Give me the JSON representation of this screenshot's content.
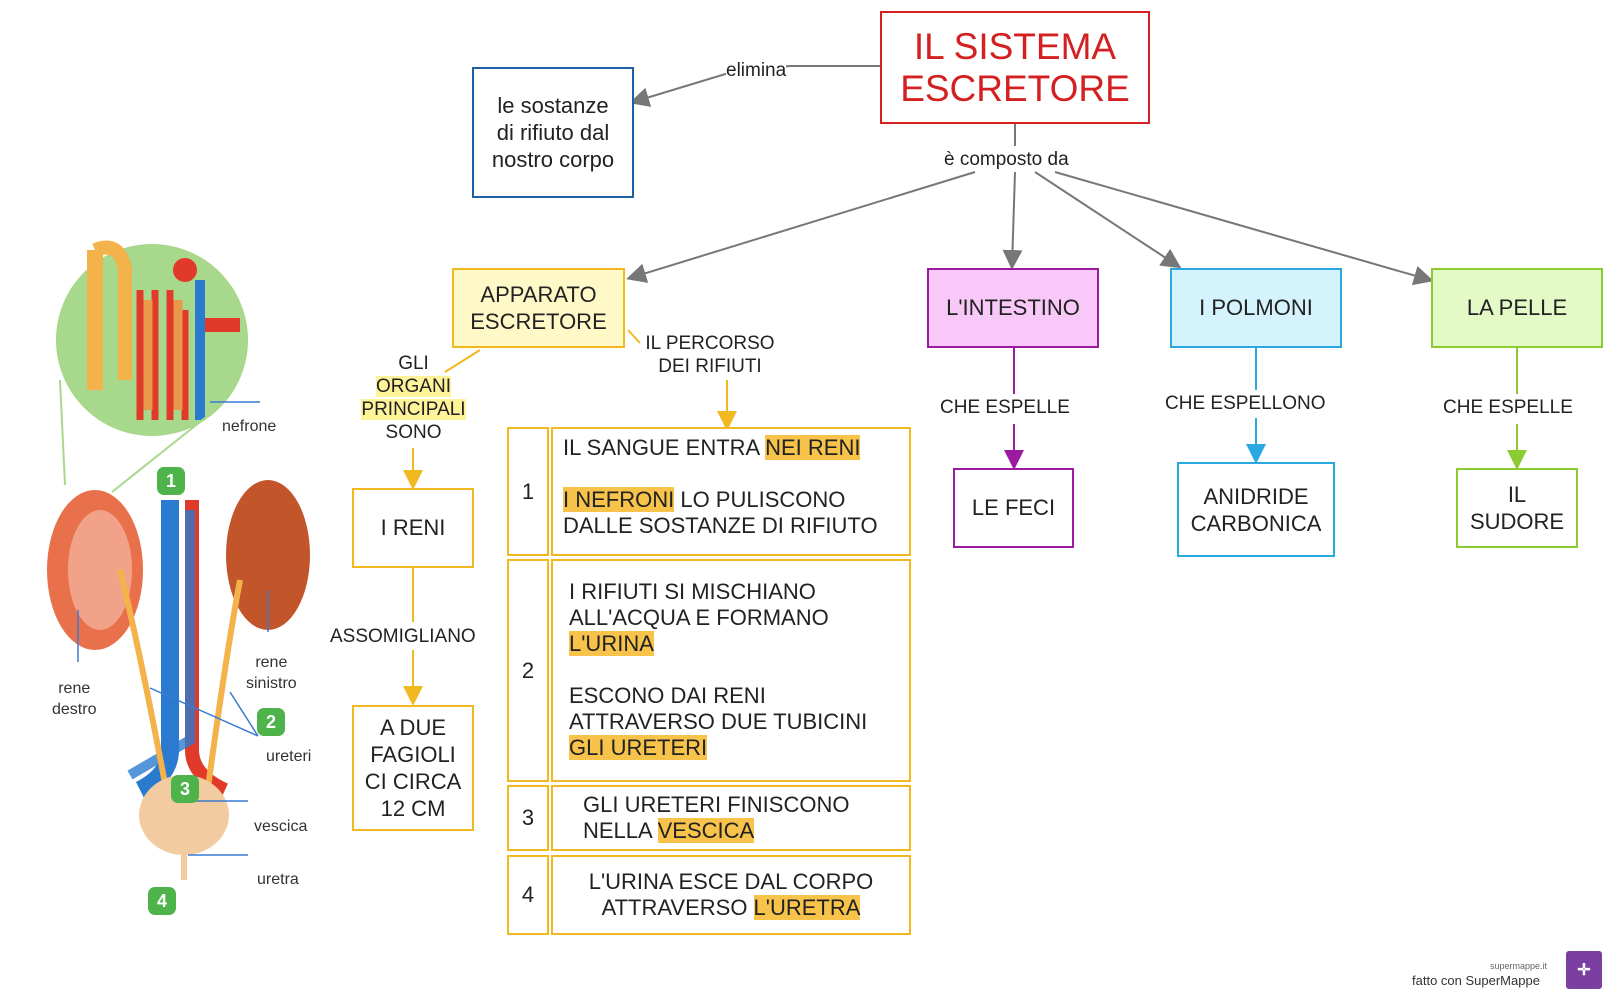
{
  "title": [
    "IL SISTEMA",
    "ESCRETORE"
  ],
  "edge_labels": {
    "eliminates": "elimina",
    "composed_of": "è composto da",
    "main_organs": [
      "GLI",
      "ORGANI",
      "PRINCIPALI",
      "SONO"
    ],
    "path": [
      "IL PERCORSO",
      "DEI RIFIUTI"
    ],
    "resemble": "ASSOMIGLIANO",
    "intestine_expels": "CHE ESPELLE",
    "lungs_expel": "CHE ESPELLONO",
    "skin_expels": "CHE ESPELLE"
  },
  "nodes": {
    "waste": [
      "le sostanze",
      "di rifiuto dal",
      "nostro corpo"
    ],
    "apparatus": [
      "APPARATO",
      "ESCRETORE"
    ],
    "intestine": "L'INTESTINO",
    "lungs": "I POLMONI",
    "skin": "LA PELLE",
    "kidneys": "I RENI",
    "beans": [
      "A DUE",
      "FAGIOLI",
      "CI CIRCA",
      "12 CM"
    ],
    "feces": "LE FECI",
    "co2": [
      "ANIDRIDE",
      "CARBONICA"
    ],
    "sweat": [
      "IL",
      "SUDORE"
    ]
  },
  "steps": [
    {
      "n": "1",
      "a": "IL SANGUE ENTRA ",
      "a_hl": "NEI RENI",
      "b_hl": "I NEFRONI",
      "b": " LO PULISCONO",
      "c": "DALLE SOSTANZE DI RIFIUTO"
    },
    {
      "n": "2",
      "a": "I RIFIUTI SI MISCHIANO",
      "b": "ALL'ACQUA E FORMANO",
      "c_hl": " L'URINA",
      "d": "ESCONO DAI RENI",
      "e": "ATTRAVERSO DUE TUBICINI",
      "f_hl": "GLI URETERI"
    },
    {
      "n": "3",
      "a": "GLI URETERI FINISCONO",
      "b": "NELLA ",
      "b_hl": "VESCICA"
    },
    {
      "n": "4",
      "a": "L'URINA ESCE DAL CORPO",
      "b": "ATTRAVERSO ",
      "b_hl": "L'URETRA"
    }
  ],
  "anatomy": {
    "nephron": "nefrone",
    "right_kidney": [
      "rene",
      "destro"
    ],
    "left_kidney": [
      "rene",
      "sinistro"
    ],
    "ureters": "ureteri",
    "bladder": "vescica",
    "urethra": "uretra",
    "badges": [
      "1",
      "2",
      "3",
      "4"
    ]
  },
  "footer": {
    "site": "supermappe.it",
    "made_with": "fatto con SuperMappe"
  },
  "colors": {
    "title": "#d42020",
    "apparatus": "#f2b820",
    "intestine": "#9c1aa0",
    "lungs": "#2aa8e0",
    "skin": "#8ccc33",
    "waste": "#1f5fa8"
  }
}
